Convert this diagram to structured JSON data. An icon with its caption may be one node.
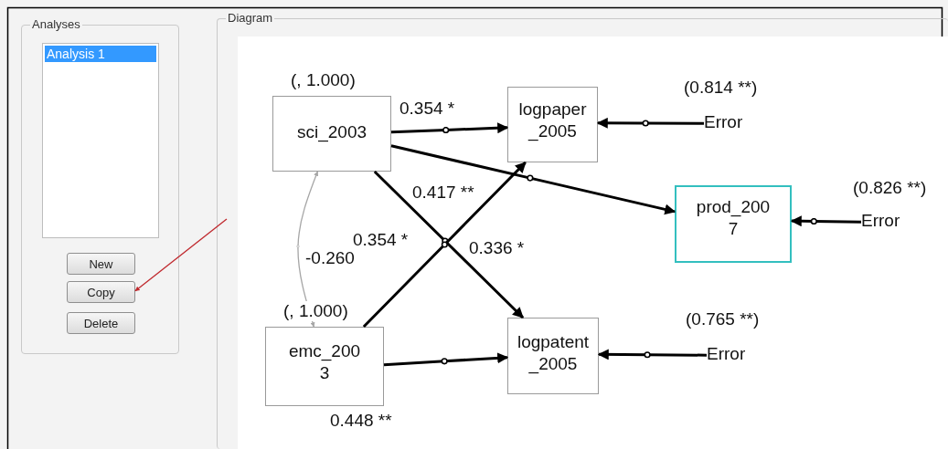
{
  "diagram": {
    "nodes": [
      {
        "text": [
          "Analyses"
        ]
      },
      {
        "text": [
          "Analysis 1"
        ],
        "in": 0
      },
      {
        "text": [
          "New"
        ],
        "in": 0
      },
      {
        "text": [
          "Copy"
        ],
        "in": 0
      },
      {
        "text": [
          "Delete"
        ],
        "in": 0
      },
      {
        "text": [
          "Diagram"
        ]
      },
      {
        "text": [
          "sci_2003"
        ],
        "in": 5,
        "beside": [
          "(, 1.000)"
        ]
      },
      {
        "text": [
          "logpaper _2005"
        ],
        "in": 5
      },
      {
        "text": [
          "prod_200 7"
        ],
        "in": 5
      },
      {
        "text": [
          "emc_200 3"
        ],
        "in": 5,
        "beside": [
          "(, 1.000)"
        ]
      },
      {
        "text": [
          "logpatent _2005"
        ],
        "in": 5
      },
      {
        "text": [
          "Error"
        ],
        "in": 5,
        "beside": [
          "(0.814 **)"
        ]
      },
      {
        "text": [
          "Error"
        ],
        "in": 5,
        "beside": [
          "(0.826 **)"
        ]
      },
      {
        "text": [
          "Error"
        ],
        "in": 5,
        "beside": [
          "(0.765 **)"
        ]
      }
    ],
    "edges": [
      {
        "from": 6,
        "to": 7,
        "arrow": "to",
        "label": "0.354 *"
      },
      {
        "from": 6,
        "to": 8,
        "arrow": "to",
        "label": "0.417 **"
      },
      {
        "from": 6,
        "to": 10,
        "arrow": "to",
        "label": "0.336 *"
      },
      {
        "from": 9,
        "to": 7,
        "arrow": "to",
        "label": "0.354 *"
      },
      {
        "from": 9,
        "to": 10,
        "arrow": "to",
        "label": "0.448 **"
      },
      {
        "from": 9,
        "to": 6,
        "arrow": "both",
        "label": "-0.260",
        "color": "#a6a6a6"
      },
      {
        "from": 11,
        "to": 7,
        "arrow": "to"
      },
      {
        "from": 12,
        "to": 8,
        "arrow": "to"
      },
      {
        "from": 13,
        "to": 10,
        "arrow": "to"
      },
      {
        "from": 5,
        "to": 3,
        "arrow": "to",
        "color": "#c0282d"
      }
    ]
  }
}
